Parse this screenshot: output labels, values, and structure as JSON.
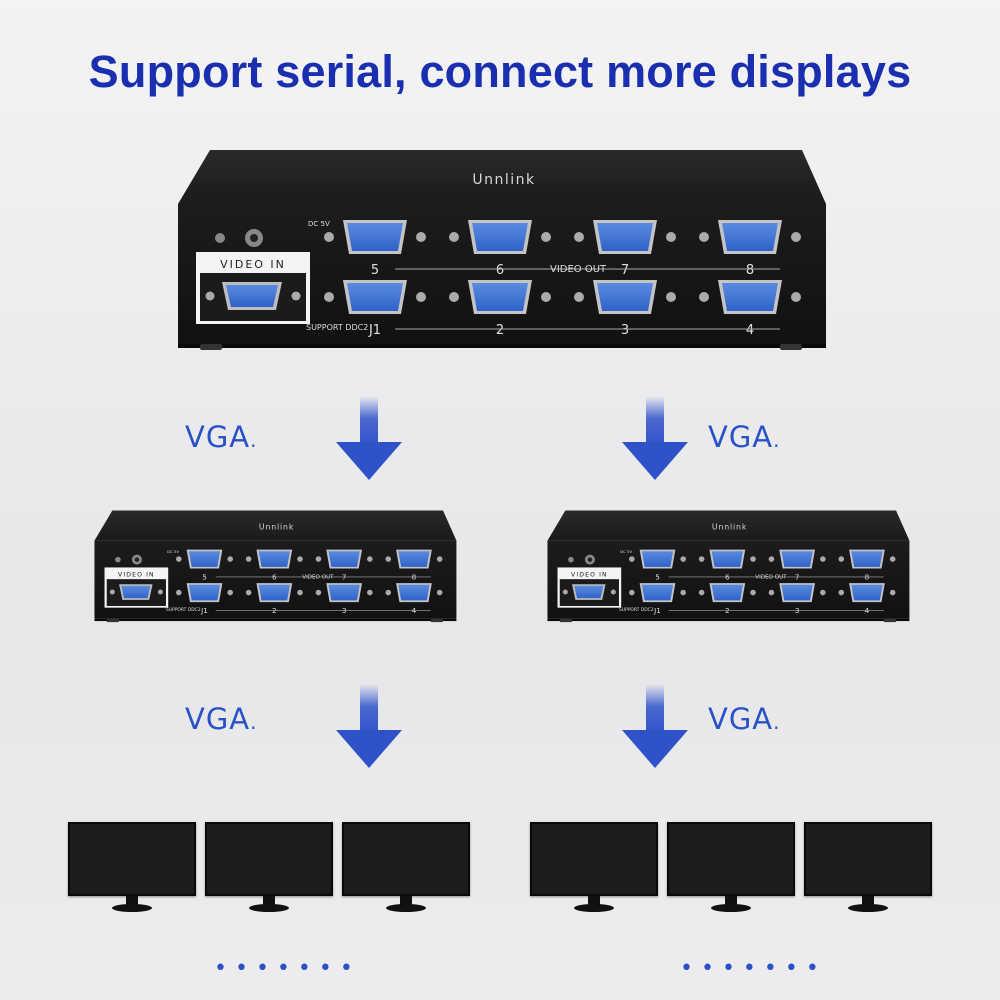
{
  "headline": "Support serial, connect more displays",
  "device": {
    "brand": "Unnlink",
    "power_label": "DC 5V",
    "video_in_label": "VIDEO IN",
    "video_out_label": "VIDEO OUT",
    "support_label": "SUPPORT DDC2",
    "top_ports": [
      "5",
      "6",
      "7",
      "8"
    ],
    "bottom_ports": [
      "J1",
      "2",
      "3",
      "4"
    ]
  },
  "connections": {
    "top_left_label": "VGA",
    "top_right_label": "VGA",
    "bottom_left_label": "VGA",
    "bottom_right_label": "VGA"
  },
  "continuation": {
    "left": "•••••••",
    "right": "•••••••"
  },
  "colors": {
    "headline": "#1a2fb0",
    "vga_label": "#2a52c8",
    "arrow": "#2f52c9",
    "device_body": "#1e1e20",
    "port_blue": "#2f62c8"
  }
}
